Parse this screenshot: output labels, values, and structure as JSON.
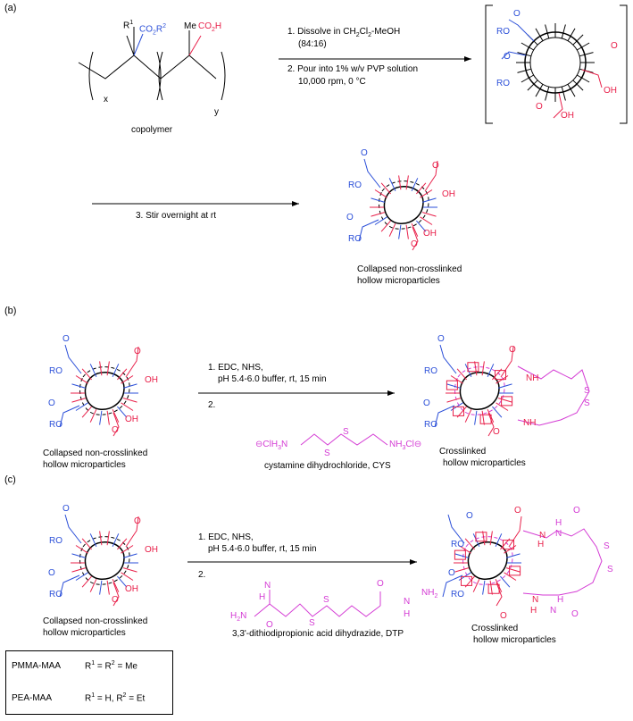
{
  "panels": {
    "a": "(a)",
    "b": "(b)",
    "c": "(c)"
  },
  "copolymer": {
    "r1": "R",
    "r1_sup": "1",
    "ester": "CO",
    "ester_sub": "2",
    "ester_r": "R",
    "ester_r_sup": "2",
    "me": "Me",
    "acid": "CO",
    "acid_sub": "2",
    "acid_h": "H",
    "x": "x",
    "y": "y",
    "caption": "copolymer"
  },
  "step_a": {
    "step1": "1. Dissolve in CH",
    "step1_sub1": "2",
    "step1_cl": "Cl",
    "step1_sub2": "2",
    "step1_end": "-MeOH",
    "step1_ratio": "(84:16)",
    "step2": "2. Pour into 1% w/v PVP solution",
    "step2_cond": "10,000 rpm, 0 °C",
    "step3": "3. Stir overnight at rt"
  },
  "particle_labels": {
    "ro": "RO",
    "oh": "OH",
    "o": "O",
    "nh": "NH",
    "n": "N",
    "h": "H",
    "s": "S"
  },
  "collapsed_caption": [
    "Collapsed non-crosslinked",
    "hollow microparticles"
  ],
  "step_b": {
    "step1": "1. EDC, NHS,",
    "step1_cond": "pH 5.4-6.0 buffer, rt, 15 min",
    "step2": "2.",
    "cys_left": "ClH",
    "cys_left_sub": "3",
    "cys_left_n": "N",
    "cys_right": "NH",
    "cys_right_sub": "3",
    "cys_right_cl": "Cl",
    "cys_caption": "cystamine dihydrochloride, CYS",
    "product_caption": [
      "Crosslinked",
      "hollow microparticles"
    ]
  },
  "step_c": {
    "step1": "1. EDC, NHS,",
    "step1_cond": "pH 5.4-6.0 buffer, rt, 15 min",
    "step2": "2.",
    "dtp_h2n": "H",
    "dtp_h2n_sub": "2",
    "dtp_h2n_n": "N",
    "dtp_nh2": "NH",
    "dtp_nh2_sub": "2",
    "dtp_caption": "3,3'-dithiodipropionic acid dihydrazide, DTP",
    "product_caption": [
      "Crosslinked",
      "hollow microparticles"
    ]
  },
  "legend": {
    "row1_name": "PMMA-MAA",
    "row1_def": "R",
    "row1_sup1": "1",
    "row1_eq": " = R",
    "row1_sup2": "2",
    "row1_val": " = Me",
    "row2_name": "PEA-MAA",
    "row2_def": "R",
    "row2_sup1": "1",
    "row2_eq": " = H, R",
    "row2_sup2": "2",
    "row2_val": " = Et"
  },
  "colors": {
    "ester": "#2b4fd8",
    "acid": "#e8204a",
    "crosslinker": "#d43bd4",
    "text": "#000000"
  }
}
